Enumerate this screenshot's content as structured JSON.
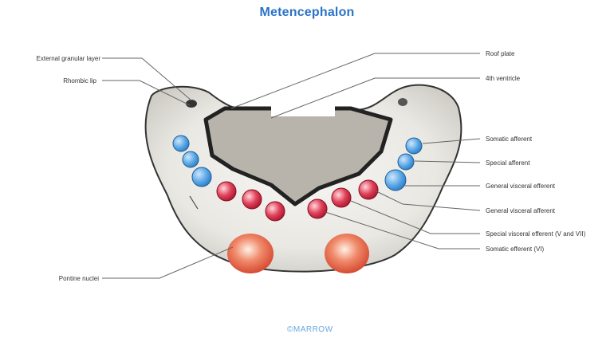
{
  "title": "Metencephalon",
  "footer": "©MARROW",
  "labels": {
    "external_granular_layer": "External granular layer",
    "rhombic_lip": "Rhombic lip",
    "roof_plate": "Roof plate",
    "fourth_ventricle": "4th ventricle",
    "somatic_afferent": "Somatic afferent",
    "special_afferent": "Special afferent",
    "general_visceral_efferent": "General visceral efferent",
    "general_visceral_afferent": "General visceral afferent",
    "special_visceral_efferent": "Special visceral efferent (V and VII)",
    "somatic_efferent": "Somatic efferent (VI)",
    "pontine_nuclei": "Pontine nuclei"
  },
  "colors": {
    "title": "#2a73c7",
    "afferent_nuclei": "#5aa7e6",
    "efferent_nuclei": "#e0425a",
    "pontine_nuclei": "#e85a3c",
    "ventricle": "#b8b4ac",
    "tissue": "#e8e7e2"
  }
}
